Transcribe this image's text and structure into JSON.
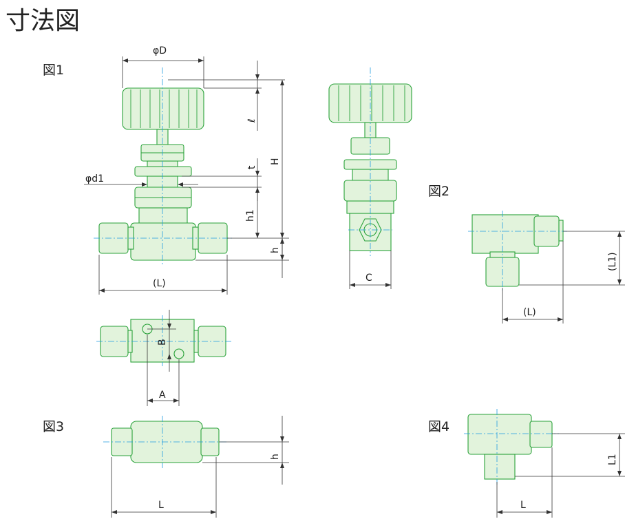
{
  "title": "寸法図",
  "figures": {
    "fig1": "図1",
    "fig2": "図2",
    "fig3": "図3",
    "fig4": "図4"
  },
  "dimensions": {
    "phiD": "φD",
    "ell": "ℓ",
    "H": "H",
    "t": "t",
    "phid1": "φd1",
    "h1": "h1",
    "h": "h",
    "Lparen": "(L)",
    "C": "C",
    "B": "B",
    "A": "A",
    "L1paren": "(L1)",
    "L": "L",
    "L1": "L1"
  },
  "colors": {
    "outline": "#2aa23a",
    "fill": "#e2f3dc",
    "centerline": "#1e9be0",
    "dimension": "#333333"
  }
}
